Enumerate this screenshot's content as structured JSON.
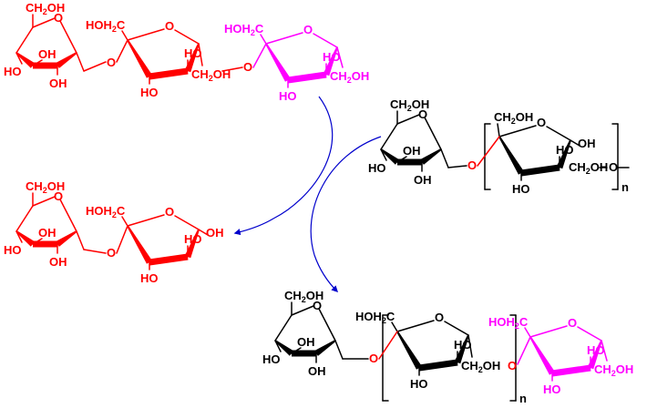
{
  "colors": {
    "red": "#ff0000",
    "magenta": "#ff00ff",
    "black": "#000000",
    "arrow": "#0000cc"
  },
  "labels": {
    "ch2oh": "CH2OH",
    "hoh2c": "HOH2C",
    "ch2oh_right": "CH2OH",
    "oh": "OH",
    "ho": "HO",
    "o": "O",
    "n": "n"
  }
}
